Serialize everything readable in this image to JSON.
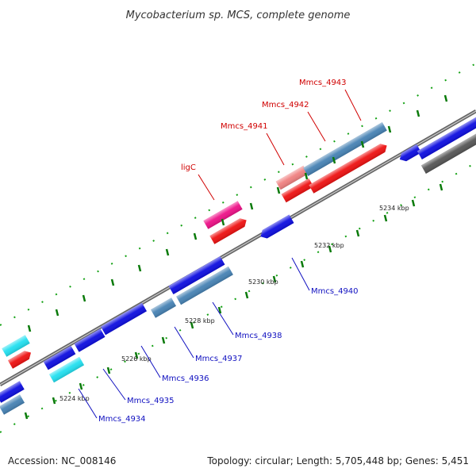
{
  "title": "Mycobacterium sp. MCS, complete genome",
  "footer": {
    "accession": "Accession: NC_008146",
    "summary": "Topology: circular; Length: 5,705,448 bp; Genes: 5,451"
  },
  "ticks": [
    "5224 kbp",
    "5226 kbp",
    "5228 kbp",
    "5230 kbp",
    "5232 kbp",
    "5234 kbp"
  ],
  "labels": {
    "ligC": "ligC",
    "Mmcs_4941": "Mmcs_4941",
    "Mmcs_4942": "Mmcs_4942",
    "Mmcs_4943": "Mmcs_4943",
    "Mmcs_4940": "Mmcs_4940",
    "Mmcs_4938": "Mmcs_4938",
    "Mmcs_4937": "Mmcs_4937",
    "Mmcs_4936": "Mmcs_4936",
    "Mmcs_4935": "Mmcs_4935",
    "Mmcs_4934": "Mmcs_4934"
  },
  "colors": {
    "blue": "#0d0de0",
    "steel": "#4682b4",
    "red": "#ee1111",
    "pink": "#f08080",
    "magenta": "#ee1188",
    "cyan": "#22e0f0",
    "gray": "#555555",
    "tick": "#11a011",
    "backbone": "#888888"
  }
}
